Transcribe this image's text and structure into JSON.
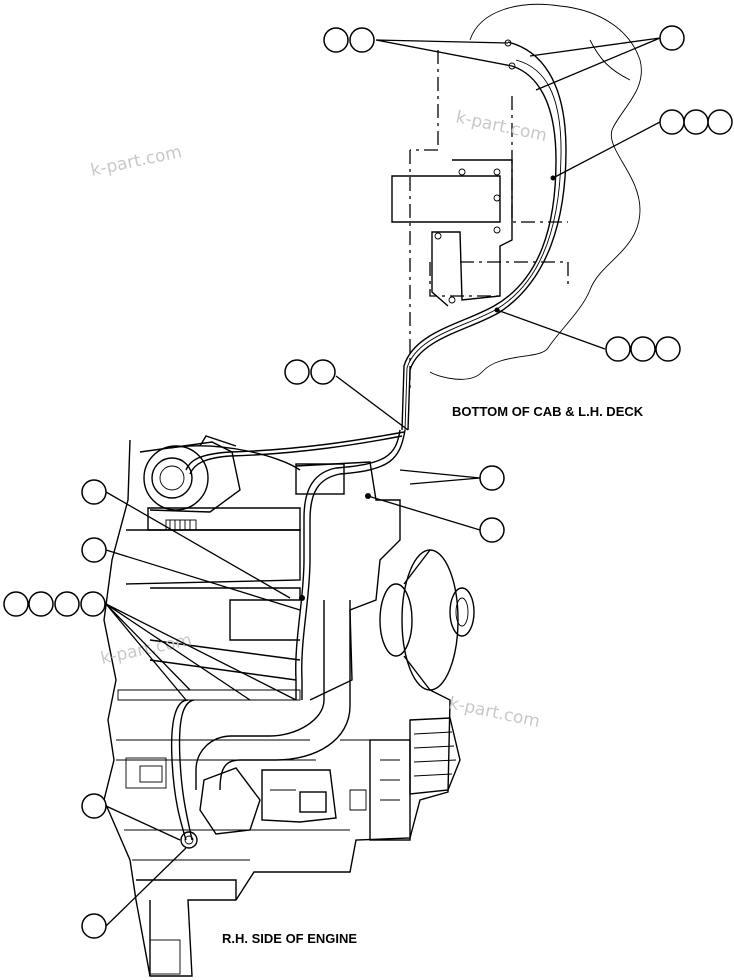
{
  "labels": {
    "cab_view": "BOTTOM OF CAB & L.H. DECK",
    "engine_view": "R.H. SIDE OF ENGINE"
  },
  "watermarks": [
    "k-part.com",
    "k-part.com",
    "k-part.com",
    "k-part.com"
  ],
  "callout_groups": [
    {
      "name": "callout-group-cab-top-left",
      "count": 2
    },
    {
      "name": "callout-group-cab-top-right",
      "count": 1
    },
    {
      "name": "callout-group-cab-mid-right",
      "count": 3
    },
    {
      "name": "callout-group-cab-lower-right",
      "count": 3
    },
    {
      "name": "callout-group-harness-clip",
      "count": 2
    },
    {
      "name": "callout-group-engine-upper-right",
      "count": 1
    },
    {
      "name": "callout-group-engine-right",
      "count": 1
    },
    {
      "name": "callout-group-turbo",
      "count": 1
    },
    {
      "name": "callout-group-engine-mid-left",
      "count": 1
    },
    {
      "name": "callout-group-engine-left",
      "count": 4
    },
    {
      "name": "callout-group-engine-lower-left",
      "count": 1
    },
    {
      "name": "callout-group-engine-bottom",
      "count": 1
    }
  ]
}
